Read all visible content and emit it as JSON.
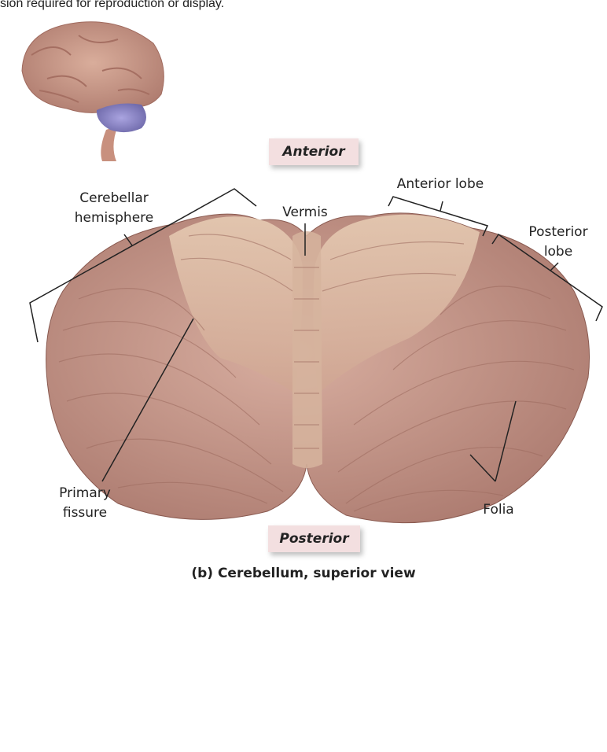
{
  "notice": "sion required for reproduction or display.",
  "directions": {
    "anterior": "Anterior",
    "posterior": "Posterior"
  },
  "labels": {
    "cerebellar_hemisphere": [
      "Cerebellar",
      "hemisphere"
    ],
    "vermis": "Vermis",
    "anterior_lobe": "Anterior lobe",
    "posterior_lobe": [
      "Posterior",
      "lobe"
    ],
    "primary_fissure": [
      "Primary",
      "fissure"
    ],
    "folia": "Folia"
  },
  "caption": "(b) Cerebellum, superior view",
  "colors": {
    "tissue": "#c89a8c",
    "anterior_tissue": "#dcbfa6",
    "highlight_cerebellum": "#8a86c8",
    "direction_box": "#f3dfe0"
  }
}
